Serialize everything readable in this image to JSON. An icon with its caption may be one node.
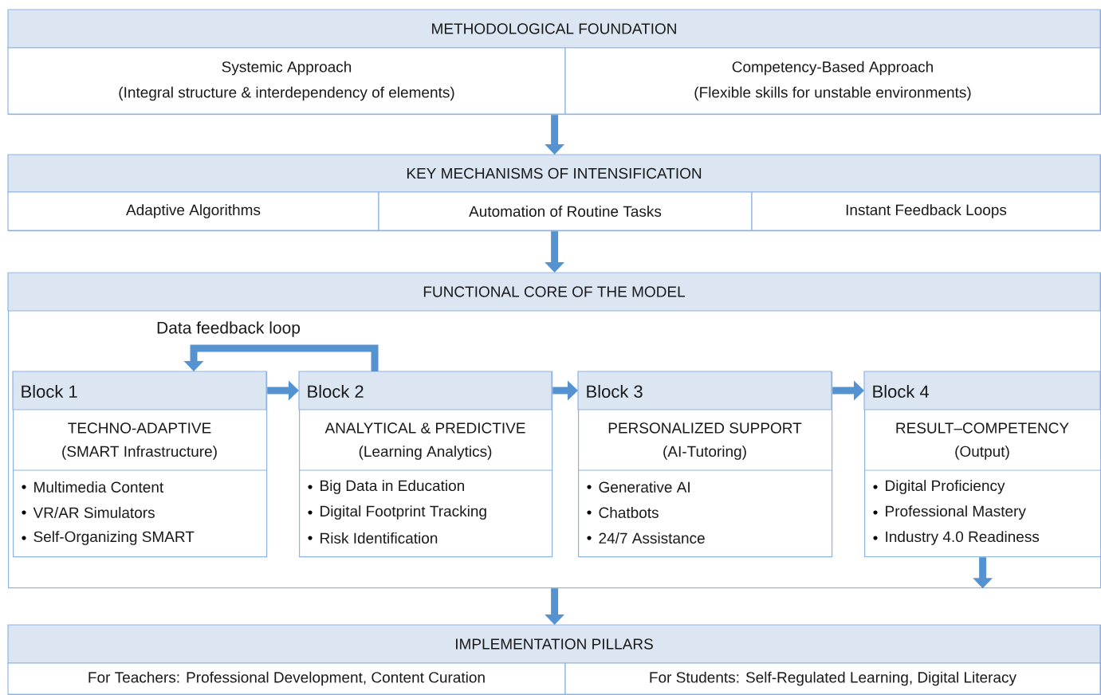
{
  "diagram": {
    "nodes": [
      {
        "text": [
          "METHODOLOGICAL FOUNDATION"
        ]
      },
      {
        "text": [
          "Systemic Approach",
          "(Integral structure & interdependency of elements)"
        ],
        "in": 0
      },
      {
        "text": [
          "Competency-Based Approach",
          "(Flexible skills for unstable environments)"
        ],
        "in": 0
      },
      {
        "text": [
          "KEY MECHANISMS OF INTENSIFICATION"
        ]
      },
      {
        "text": [
          "Adaptive Algorithms"
        ],
        "in": 3
      },
      {
        "text": [
          "Automation of Routine Tasks"
        ],
        "in": 3
      },
      {
        "text": [
          "Instant Feedback Loops"
        ],
        "in": 3
      },
      {
        "text": [
          "FUNCTIONAL CORE OF THE MODEL"
        ]
      },
      {
        "text": [
          "Block 1",
          "TECHNO-ADAPTIVE",
          "(SMART Infrastructure)",
          "Multimedia Content",
          "VR/AR Simulators",
          "Self-Organizing SMART"
        ],
        "in": 7
      },
      {
        "text": [
          "Block 2",
          "ANALYTICAL & PREDICTIVE",
          "(Learning Analytics)",
          "Big Data in Education",
          "Digital Footprint Tracking",
          "Risk Identification"
        ],
        "in": 7
      },
      {
        "text": [
          "Block 3",
          "PERSONALIZED SUPPORT",
          "(AI-Tutoring)",
          "Generative AI",
          "Chatbots",
          "24/7 Assistance"
        ],
        "in": 7
      },
      {
        "text": [
          "Block 4",
          "RESULT–COMPETENCY",
          "(Output)",
          "Digital Proficiency",
          "Professional Mastery",
          "Industry 4.0 Readiness"
        ],
        "in": 7
      },
      {
        "text": [
          "IMPLEMENTATION PILLARS"
        ]
      },
      {
        "text": [
          "For Teachers: Professional Development, Content Curation"
        ],
        "in": 12
      },
      {
        "text": [
          "For Students: Self-Regulated Learning, Digital Literacy"
        ],
        "in": 12
      }
    ],
    "edges": [
      {
        "from": 0,
        "to": 3,
        "arrow": "to"
      },
      {
        "from": 3,
        "to": 7,
        "arrow": "to"
      },
      {
        "from": 9,
        "to": 8,
        "arrow": "to",
        "label": "Data feedback loop"
      },
      {
        "from": 8,
        "to": 9,
        "arrow": "to"
      },
      {
        "from": 9,
        "to": 10,
        "arrow": "to"
      },
      {
        "from": 10,
        "to": 11,
        "arrow": "to"
      },
      {
        "from": 11,
        "to": 7,
        "arrow": "to"
      },
      {
        "from": 7,
        "to": 12,
        "arrow": "to"
      }
    ]
  }
}
